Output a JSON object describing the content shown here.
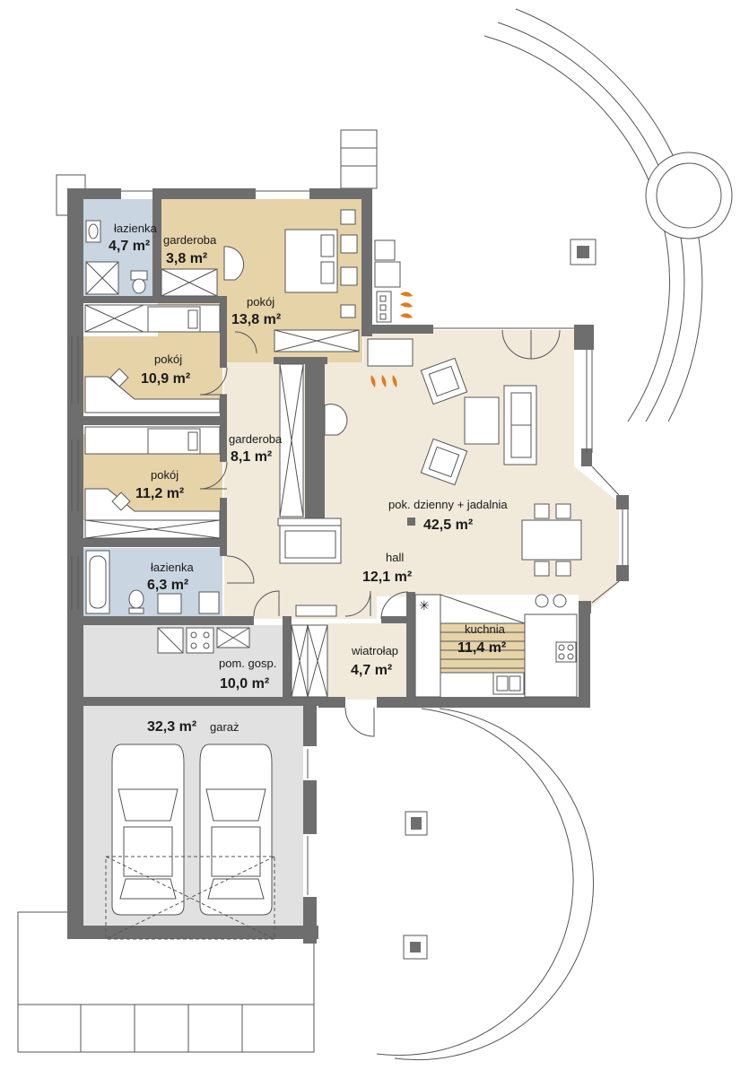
{
  "colors": {
    "tan": "#e6d3a8",
    "cream": "#f1eadb",
    "bath_tile": "#c9d6e2",
    "utility_gray": "#e1e1e1",
    "wall_gray": "#6e6e6e",
    "fireplace_flame": "#e07a1f"
  },
  "rooms": [
    {
      "id": "lazienka-1",
      "name": "łazienka",
      "area": "4,7 m²"
    },
    {
      "id": "garderoba-1",
      "name": "garderoba",
      "area": "3,8 m²"
    },
    {
      "id": "pokoj-1",
      "name": "pokój",
      "area": "13,8 m²"
    },
    {
      "id": "pokoj-2",
      "name": "pokój",
      "area": "10,9 m²"
    },
    {
      "id": "garderoba-2",
      "name": "garderoba",
      "area": "8,1 m²"
    },
    {
      "id": "pokoj-3",
      "name": "pokój",
      "area": "11,2 m²"
    },
    {
      "id": "lazienka-2",
      "name": "łazienka",
      "area": "6,3 m²"
    },
    {
      "id": "pokoj-dzienny",
      "name": "pok. dzienny + jadalnia",
      "area": "42,5 m²"
    },
    {
      "id": "hall",
      "name": "hall",
      "area": "12,1 m²"
    },
    {
      "id": "kuchnia",
      "name": "kuchnia",
      "area": "11,4 m²"
    },
    {
      "id": "wiatrolap",
      "name": "wiatrołap",
      "area": "4,7 m²"
    },
    {
      "id": "pom-gosp",
      "name": "pom. gosp.",
      "area": "10,0 m²"
    },
    {
      "id": "garaz",
      "name": "garaż",
      "area": "32,3 m²"
    }
  ]
}
